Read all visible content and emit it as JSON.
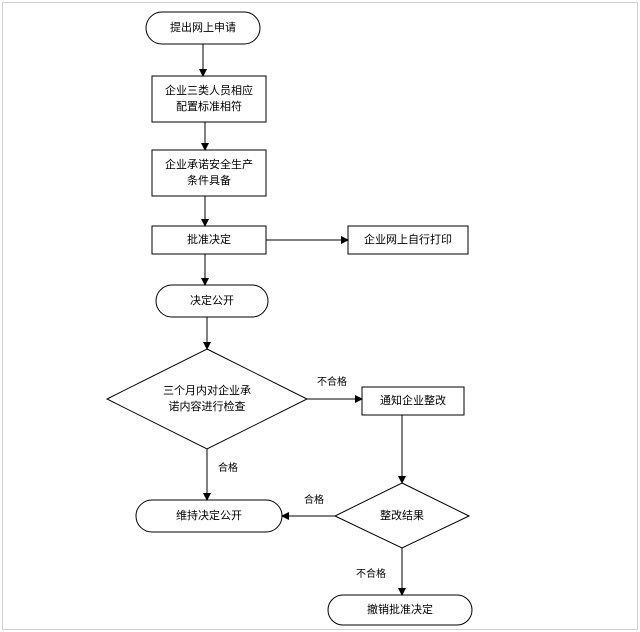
{
  "flowchart": {
    "nodes": {
      "submit": "提出网上申请",
      "staffing": "企业三类人员相应\n配置标准相符",
      "commitment": "企业承诺安全生产\n条件具备",
      "approval": "批准决定",
      "self_print": "企业网上自行打印",
      "publicize": "决定公开",
      "inspection": "三个月内对企业承\n诺内容进行检查",
      "rectify_notice": "通知企业整改",
      "rectify_result": "整改结果",
      "maintain": "维持决定公开",
      "revoke": "撤销批准决定"
    },
    "edges": {
      "inspection_fail": "不合格",
      "inspection_pass": "合格",
      "rectify_pass": "合格",
      "rectify_fail": "不合格"
    },
    "colors": {
      "line": "#000000",
      "fill": "#ffffff",
      "frame": "#d0d0d0"
    }
  }
}
